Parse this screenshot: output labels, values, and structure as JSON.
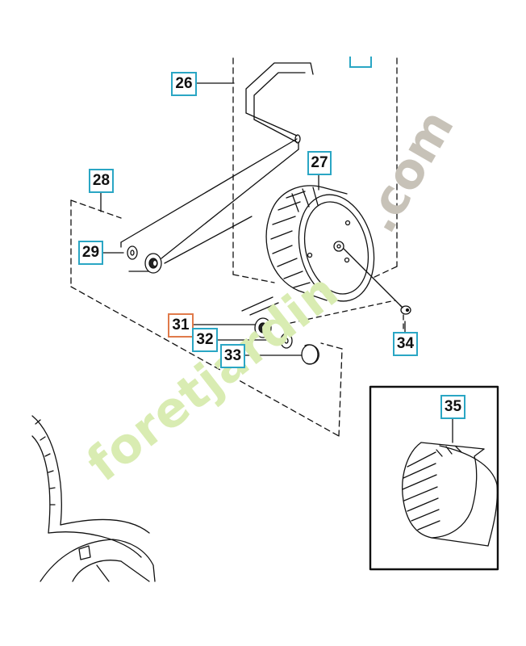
{
  "callouts": [
    {
      "id": "26",
      "label": "26"
    },
    {
      "id": "27",
      "label": "27"
    },
    {
      "id": "28",
      "label": "28"
    },
    {
      "id": "29",
      "label": "29"
    },
    {
      "id": "31",
      "label": "31"
    },
    {
      "id": "32",
      "label": "32"
    },
    {
      "id": "33",
      "label": "33"
    },
    {
      "id": "34",
      "label": "34"
    },
    {
      "id": "35",
      "label": "35"
    }
  ],
  "watermark": {
    "main": "foretjardin",
    "suffix": ".com",
    "colors": {
      "main": "#d9ecb2",
      "suffix": "#c7c2b8",
      "accent": "#f6c9a8"
    }
  },
  "colors": {
    "callout_border": "#2aa6c4",
    "callout_highlight": "#e07a4a",
    "line": "#111111"
  }
}
